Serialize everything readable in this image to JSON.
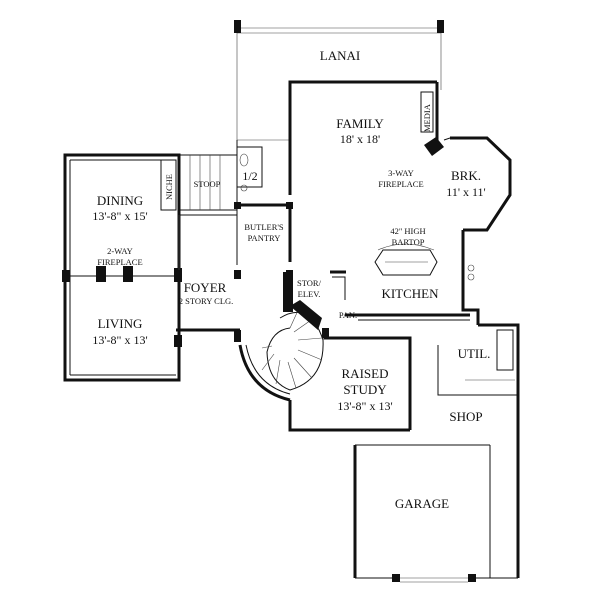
{
  "plan": {
    "rooms": {
      "lanai": {
        "name": "LANAI"
      },
      "family": {
        "name": "FAMILY",
        "dim": "18' x 18'"
      },
      "media": {
        "name": "MEDIA"
      },
      "fireplace3": {
        "line1": "3-WAY",
        "line2": "FIREPLACE"
      },
      "brk": {
        "name": "BRK.",
        "dim": "11' x 11'"
      },
      "bartop": {
        "line1": "42\" HIGH",
        "line2": "BARTOP"
      },
      "kitchen": {
        "name": "KITCHEN"
      },
      "half_bath": {
        "name": "1/2"
      },
      "stoop": {
        "name": "STOOP"
      },
      "niche": {
        "name": "NICHE"
      },
      "dining": {
        "name": "DINING",
        "dim": "13'-8\" x 15'"
      },
      "fireplace2": {
        "line1": "2-WAY",
        "line2": "FIREPLACE"
      },
      "living": {
        "name": "LIVING",
        "dim": "13'-8\" x 13'"
      },
      "butlers": {
        "line1": "BUTLER'S",
        "line2": "PANTRY"
      },
      "foyer": {
        "name": "FOYER",
        "sub": "2 STORY CLG."
      },
      "stor": {
        "line1": "STOR/",
        "line2": "ELEV."
      },
      "pan": {
        "name": "PAN."
      },
      "study": {
        "line1": "RAISED",
        "line2": "STUDY",
        "dim": "13'-8\" x 13'"
      },
      "util": {
        "name": "UTIL."
      },
      "shop": {
        "name": "SHOP"
      },
      "garage": {
        "name": "GARAGE"
      }
    }
  }
}
